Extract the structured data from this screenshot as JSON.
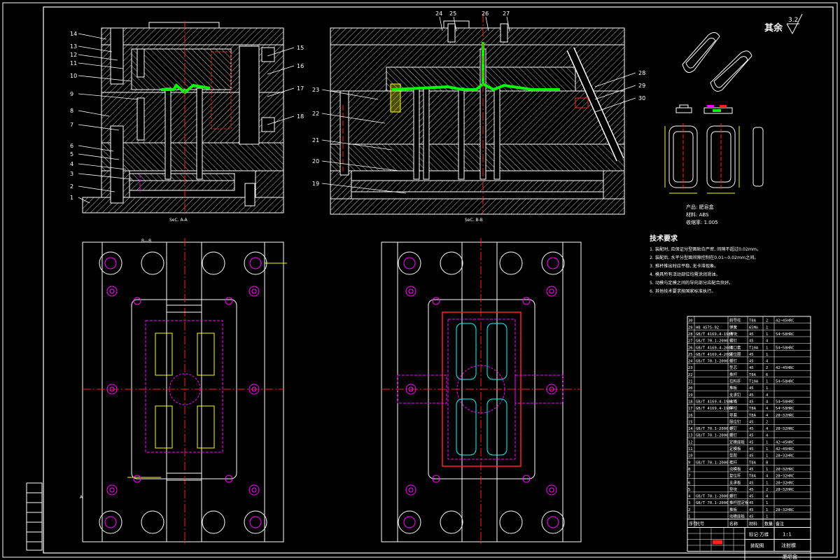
{
  "drawing": {
    "roughness": "其余",
    "roughness_value": "3.2",
    "section_a_label": "SeC. A-A",
    "section_b_label": "SeC. B-B",
    "section_mark_b": "B—B",
    "section_mark_a": "A"
  },
  "callouts_left": [
    "14",
    "13",
    "12",
    "11",
    "10",
    "9",
    "8",
    "7",
    "6",
    "5",
    "4",
    "3",
    "2",
    "1"
  ],
  "callouts_left_right": [
    "15",
    "16",
    "17",
    "18"
  ],
  "callouts_mid_top": [
    "24",
    "25",
    "26",
    "27"
  ],
  "callouts_mid_left": [
    "23",
    "22",
    "21",
    "20",
    "19"
  ],
  "callouts_mid_right": [
    "28",
    "29",
    "30"
  ],
  "product_info": {
    "line1": "产品: 肥皂盒",
    "line2": "材料: ABS",
    "line3": "收缩率: 1.005"
  },
  "tech_req": {
    "title": "技术要求",
    "lines": [
      "1. 装配时, 应保证分型面贴合严密, 间隙不超过0.02mm。",
      "2. 装配后, 水平分型面间隙控制在0.01~0.02mm之间。",
      "3. 推杆推出时应平稳, 无卡滞现象。",
      "4. 模具所有活动部位均需涂润滑油。",
      "5. 动模与定模之间的导向部分应配合良好。",
      "6. 其他技术要求按国家标准执行。"
    ]
  },
  "bom": {
    "rows": [
      [
        "30",
        "",
        "斜导柱",
        "T8A",
        "2",
        "42~45HRC"
      ],
      [
        "29",
        "HB 4575-92",
        "弹簧",
        "65Mn",
        "1",
        ""
      ],
      [
        "28",
        "GB/T 4169.4-1984",
        "滑块",
        "45",
        "1",
        "54~58HRC"
      ],
      [
        "27",
        "GB/T 70.1-2000",
        "螺钉",
        "45",
        "4",
        ""
      ],
      [
        "26",
        "GB/T 4169.4-2006",
        "浇口套",
        "T10A",
        "1",
        "54~58HRC"
      ],
      [
        "25",
        "GB/T 4169.4-2006",
        "定位圈",
        "45",
        "1",
        ""
      ],
      [
        "24",
        "GB/T 70.1-2000",
        "螺钉",
        "45",
        "4",
        ""
      ],
      [
        "23",
        "",
        "型芯",
        "45",
        "2",
        "42~45HRC"
      ],
      [
        "22",
        "",
        "推杆",
        "T8A",
        "6",
        ""
      ],
      [
        "21",
        "",
        "拉料杆",
        "T10A",
        "1",
        "54~58HRC"
      ],
      [
        "20",
        "",
        "推板",
        "45",
        "1",
        ""
      ],
      [
        "19",
        "",
        "支承钉",
        "45",
        "4",
        ""
      ],
      [
        "18",
        "GB/T 4169.4-1984",
        "水嘴",
        "45",
        "4",
        "54~58HRC"
      ],
      [
        "17",
        "GB/T 4169.4-1984",
        "导柱",
        "T8A",
        "4",
        "54~58HRC"
      ],
      [
        "16",
        "",
        "导套",
        "T8A",
        "4",
        "28~32HRC"
      ],
      [
        "15",
        "",
        "限位钉",
        "45",
        "2",
        ""
      ],
      [
        "14",
        "GB/T 70.1-2000",
        "螺钉",
        "45",
        "4",
        "28~32HRC"
      ],
      [
        "13",
        "GB/T 70.1-2000",
        "螺钉",
        "45",
        "4",
        ""
      ],
      [
        "12",
        "",
        "定模座板",
        "45",
        "1",
        "42~45HRC"
      ],
      [
        "11",
        "",
        "定模板",
        "45",
        "1",
        "42~45HRC"
      ],
      [
        "10",
        "",
        "型腔",
        "45",
        "1",
        "28~32HRC"
      ],
      [
        "9",
        "GB/T 70.1-2000",
        "推杆",
        "T8A",
        "8",
        ""
      ],
      [
        "8",
        "",
        "动模板",
        "45",
        "1",
        "28~32HRC"
      ],
      [
        "7",
        "",
        "复位杆",
        "T8A",
        "4",
        "28~32HRC"
      ],
      [
        "6",
        "",
        "支承板",
        "45",
        "1",
        "28~32HRC"
      ],
      [
        "5",
        "",
        "垫块",
        "45",
        "2",
        "28~32HRC"
      ],
      [
        "4",
        "GB/T 70.1-2000",
        "螺钉",
        "45",
        "4",
        ""
      ],
      [
        "3",
        "GB/T 70.1-2000",
        "推杆固定板",
        "45",
        "1",
        ""
      ],
      [
        "2",
        "",
        "推板",
        "45",
        "1",
        "28~32HRC"
      ],
      [
        "1",
        "",
        "动模座板",
        "45",
        "1",
        ""
      ]
    ],
    "header": [
      "序号",
      "代号",
      "名称",
      "材料",
      "数量",
      "备注"
    ],
    "title_name": "肥皂盒",
    "title_sub": "注射模",
    "scale_label": "1:1",
    "footer_left": "标记·万维",
    "footer_right": "装配图"
  },
  "side_block_labels": [
    "",
    "",
    "",
    "",
    ""
  ],
  "colors": {
    "background": "#000000",
    "outline": "#ffffff",
    "hatch": "#c8c8c8",
    "hidden": "#ff00ff",
    "center": "#ff2020",
    "part": "#00ff00",
    "dim": "#ffff00",
    "cavity": "#00ffff"
  }
}
